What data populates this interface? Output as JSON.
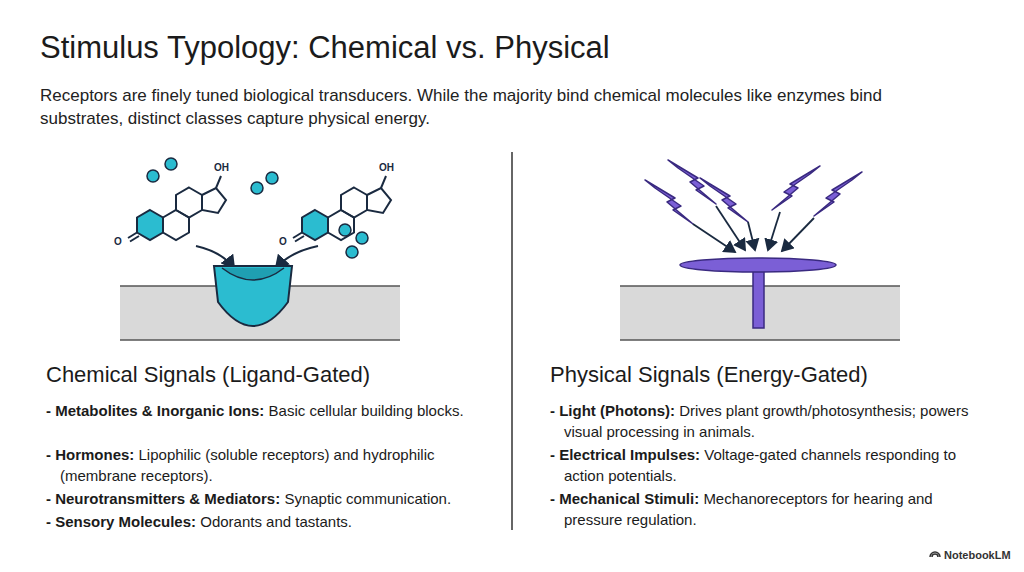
{
  "diagram": {
    "title": "Stimulus Typology: Chemical vs. Physical",
    "caption": "Receptors are finely tuned biological transducers. While the majority bind chemical molecules like enzymes bind substrates, distinct classes capture physical energy.",
    "labels": [
      "Chemical Signals (Ligand-Gated)",
      "- Metabolites & Inorganic Ions:",
      "Basic cellular building blocks.",
      "- Hormones:",
      "Lipophilic (soluble receptors) and hydrophilic (membrane receptors).",
      "- Neurotransmitters & Mediators:",
      "Synaptic communication.",
      "- Sensory Molecules:",
      "Odorants and tastants.",
      "Physical Signals (Energy-Gated)",
      "- Light (Photons):",
      "Drives plant growth/photosynthesis; powers visual processing in animals.",
      "- Electrical Impulses:",
      "Voltage-gated channels responding to action potentials.",
      "- Mechanical Stimuli:",
      "Mechanoreceptors for hearing and pressure regulation.",
      "OH",
      "O",
      "OH",
      "O",
      "NotebookLM"
    ]
  }
}
